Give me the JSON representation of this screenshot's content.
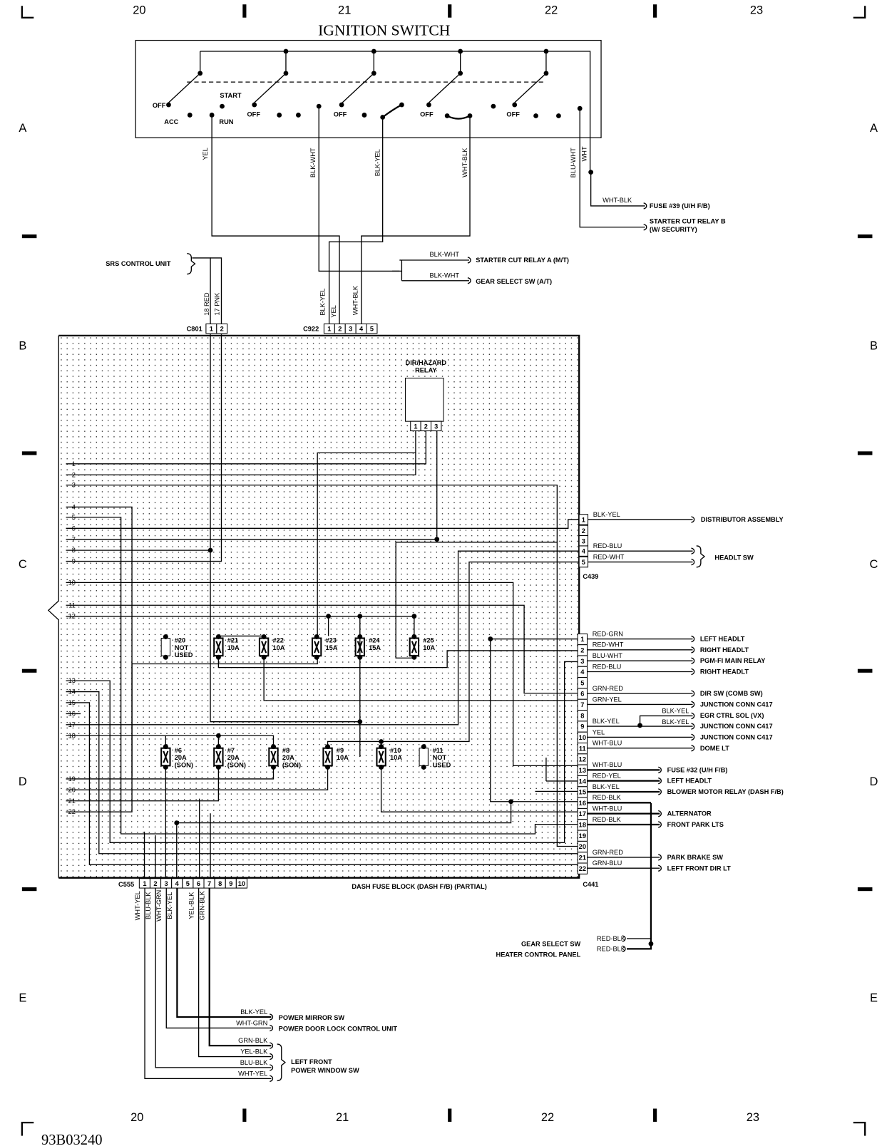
{
  "grid": {
    "columns": [
      "20",
      "21",
      "22",
      "23"
    ],
    "rows": [
      "A",
      "B",
      "C",
      "D",
      "E"
    ]
  },
  "title": "IGNITION SWITCH",
  "switch_positions": {
    "off1": "OFF",
    "start": "START",
    "acc": "ACC",
    "run": "RUN",
    "off2": "OFF",
    "off3": "OFF",
    "off4": "OFF",
    "off5": "OFF"
  },
  "switch_wires": [
    "YEL",
    "BLK-WHT",
    "BLK-YEL",
    "WHT-BLK",
    "BLU-WHT",
    "WHT"
  ],
  "upper_connections": {
    "fuse39_wire": "WHT-BLK",
    "fuse39": "FUSE #39 (U/H F/B)",
    "starter_b": "STARTER CUT RELAY B",
    "starter_b_note": "(W/ SECURITY)",
    "starter_a_wire": "BLK-WHT",
    "starter_a": "STARTER CUT RELAY A (M/T)",
    "gear_wire": "BLK-WHT",
    "gear": "GEAR SELECT SW (A/T)",
    "srs": "SRS CONTROL UNIT"
  },
  "c801": {
    "name": "C801",
    "pins": [
      "1",
      "2"
    ],
    "wires": [
      "18 RED",
      "17 PNK"
    ]
  },
  "c922": {
    "name": "C922",
    "pins": [
      "1",
      "2",
      "3",
      "4",
      "5"
    ],
    "wires": [
      "BLK-YEL",
      "YEL",
      "WHT-BLK"
    ]
  },
  "relay": {
    "label1": "DIR/HAZARD",
    "label2": "RELAY",
    "pins": [
      "1",
      "2",
      "3"
    ]
  },
  "left_terminals": [
    "1",
    "2",
    "3",
    "4",
    "5",
    "6",
    "7",
    "8",
    "9",
    "10",
    "11",
    "12",
    "13",
    "14",
    "15",
    "16",
    "17",
    "18",
    "19",
    "20",
    "21",
    "22"
  ],
  "fuses_top": [
    {
      "num": "#20",
      "l1": "NOT",
      "l2": "USED"
    },
    {
      "num": "#21",
      "l1": "10A",
      "l2": ""
    },
    {
      "num": "#22",
      "l1": "10A",
      "l2": ""
    },
    {
      "num": "#23",
      "l1": "15A",
      "l2": ""
    },
    {
      "num": "#24",
      "l1": "15A",
      "l2": ""
    },
    {
      "num": "#25",
      "l1": "10A",
      "l2": ""
    }
  ],
  "fuses_bottom": [
    {
      "num": "#6",
      "l1": "20A",
      "l2": "(SON)"
    },
    {
      "num": "#7",
      "l1": "20A",
      "l2": "(SON)"
    },
    {
      "num": "#8",
      "l1": "20A",
      "l2": "(SON)"
    },
    {
      "num": "#9",
      "l1": "10A",
      "l2": ""
    },
    {
      "num": "#10",
      "l1": "10A",
      "l2": ""
    },
    {
      "num": "#11",
      "l1": "NOT",
      "l2": "USED"
    }
  ],
  "c439": {
    "name": "C439",
    "rows": [
      {
        "pin": "1",
        "wire": "BLK-YEL",
        "dest": "DISTRIBUTOR ASSEMBLY"
      },
      {
        "pin": "2",
        "wire": "",
        "dest": ""
      },
      {
        "pin": "3",
        "wire": "",
        "dest": ""
      },
      {
        "pin": "4",
        "wire": "RED-BLU",
        "dest": ""
      },
      {
        "pin": "5",
        "wire": "RED-WHT",
        "dest": ""
      }
    ],
    "headlt_sw": "HEADLT SW"
  },
  "c441": {
    "name": "C441",
    "rows": [
      {
        "pin": "1",
        "wire": "RED-GRN",
        "dest": "LEFT HEADLT"
      },
      {
        "pin": "2",
        "wire": "RED-WHT",
        "dest": "RIGHT HEADLT"
      },
      {
        "pin": "3",
        "wire": "BLU-WHT",
        "dest": "PGM-FI MAIN RELAY"
      },
      {
        "pin": "4",
        "wire": "RED-BLU",
        "dest": "RIGHT HEADLT"
      },
      {
        "pin": "5",
        "wire": "",
        "dest": ""
      },
      {
        "pin": "6",
        "wire": "GRN-RED",
        "dest": "DIR SW (COMB SW)"
      },
      {
        "pin": "7",
        "wire": "GRN-YEL",
        "dest": "JUNCTION CONN C417"
      },
      {
        "pin": "8",
        "wire": "",
        "dest": "EGR CTRL SOL (VX)"
      },
      {
        "pin": "9",
        "wire": "BLK-YEL",
        "dest": "JUNCTION CONN C417"
      },
      {
        "pin": "10",
        "wire": "YEL",
        "dest": "JUNCTION CONN C417"
      },
      {
        "pin": "11",
        "wire": "WHT-BLU",
        "dest": "DOME LT"
      },
      {
        "pin": "12",
        "wire": "",
        "dest": ""
      },
      {
        "pin": "13",
        "wire": "WHT-BLU",
        "dest": "FUSE #32 (U/H F/B)"
      },
      {
        "pin": "14",
        "wire": "RED-YEL",
        "dest": "LEFT HEADLT"
      },
      {
        "pin": "15",
        "wire": "BLK-YEL",
        "dest": "BLOWER MOTOR RELAY (DASH F/B)"
      },
      {
        "pin": "16",
        "wire": "RED-BLK",
        "dest": ""
      },
      {
        "pin": "17",
        "wire": "WHT-BLU",
        "dest": "ALTERNATOR"
      },
      {
        "pin": "18",
        "wire": "RED-BLK",
        "dest": "FRONT PARK LTS"
      },
      {
        "pin": "19",
        "wire": "",
        "dest": ""
      },
      {
        "pin": "20",
        "wire": "",
        "dest": ""
      },
      {
        "pin": "21",
        "wire": "GRN-RED",
        "dest": "PARK BRAKE SW"
      },
      {
        "pin": "22",
        "wire": "GRN-BLU",
        "dest": "LEFT FRONT DIR LT"
      }
    ],
    "egr_branch_wires": [
      "BLK-YEL",
      "BLK-YEL"
    ]
  },
  "gear_heater": {
    "wires": [
      "RED-BLK",
      "RED-BLK"
    ],
    "dests": [
      "GEAR SELECT SW",
      "HEATER CONTROL PANEL"
    ]
  },
  "c555": {
    "name": "C555",
    "pins": [
      "1",
      "2",
      "3",
      "4",
      "5",
      "6",
      "7",
      "8",
      "9",
      "10"
    ],
    "pin_wires": [
      "WHT-YEL",
      "BLU-BLK",
      "WHT-GRN",
      "BLK-YEL",
      "",
      "YEL-BLK",
      "GRN-BLK",
      "",
      "",
      ""
    ]
  },
  "bottom_connections": {
    "mirror_wire": "BLK-YEL",
    "mirror": "POWER MIRROR SW",
    "doorlock_wire": "WHT-GRN",
    "doorlock": "POWER DOOR LOCK CONTROL UNIT",
    "window_wires": [
      "GRN-BLK",
      "YEL-BLK",
      "BLU-BLK",
      "WHT-YEL"
    ],
    "window1": "LEFT FRONT",
    "window2": "POWER WINDOW SW"
  },
  "fuse_block_label": "DASH FUSE BLOCK (DASH F/B) (PARTIAL)",
  "diagram_code": "93B03240"
}
